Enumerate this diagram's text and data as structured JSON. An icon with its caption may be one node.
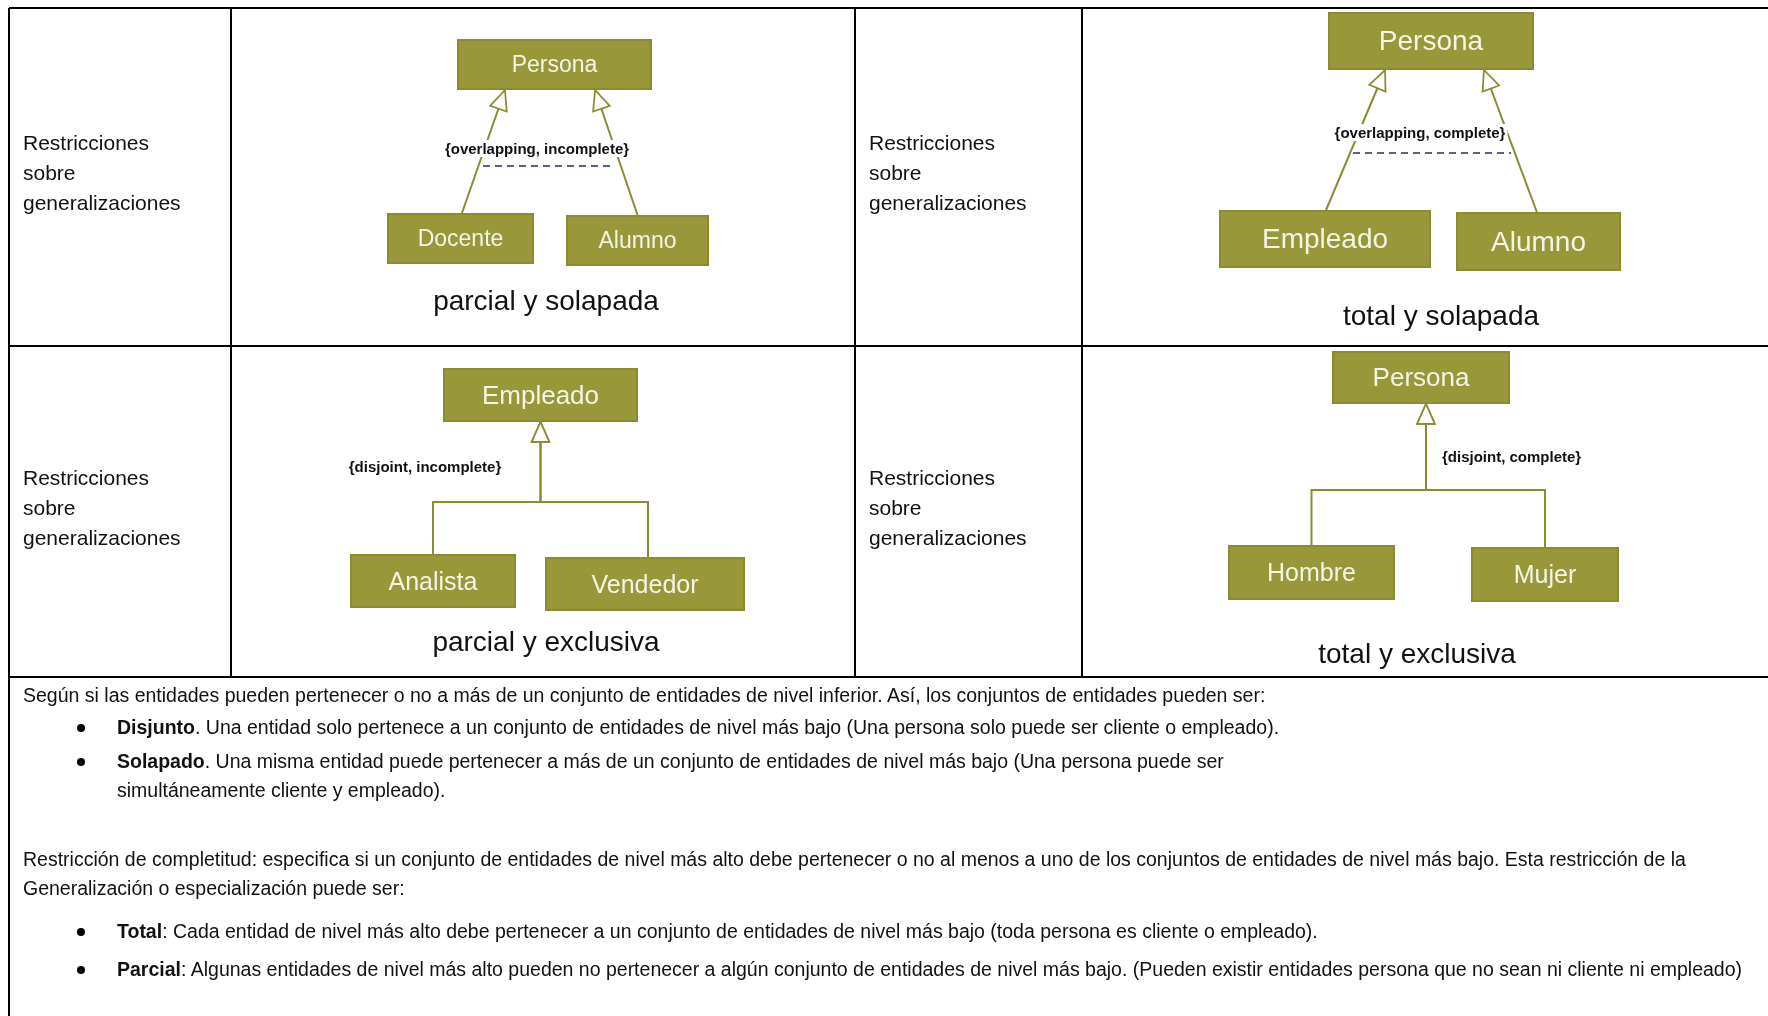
{
  "diagram": {
    "nodes": [
      {
        "text": [
          "Persona"
        ]
      },
      {
        "text": [
          "Docente"
        ]
      },
      {
        "text": [
          "Alumno"
        ]
      },
      {
        "text": [
          "Persona"
        ]
      },
      {
        "text": [
          "Empleado"
        ]
      },
      {
        "text": [
          "Alumno"
        ]
      },
      {
        "text": [
          "Empleado"
        ]
      },
      {
        "text": [
          "Analista"
        ]
      },
      {
        "text": [
          "Vendedor"
        ]
      },
      {
        "text": [
          "Persona"
        ]
      },
      {
        "text": [
          "Hombre"
        ]
      },
      {
        "text": [
          "Mujer"
        ]
      }
    ],
    "edges": [
      {
        "from": 1,
        "to": 0,
        "arrow": "to"
      },
      {
        "from": 2,
        "to": 0,
        "arrow": "to"
      },
      {
        "from": 4,
        "to": 3,
        "arrow": "to"
      },
      {
        "from": 5,
        "to": 3,
        "arrow": "to"
      },
      {
        "from": 7,
        "to": 6,
        "arrow": "to"
      },
      {
        "from": 8,
        "to": 6,
        "arrow": "to"
      },
      {
        "from": 10,
        "to": 9,
        "arrow": "to"
      },
      {
        "from": 11,
        "to": 9,
        "arrow": "to"
      }
    ],
    "labels": [
      "Restricciones sobre generalizaciones",
      "{overlapping, incomplete}",
      "parcial y solapada",
      "Restricciones sobre generalizaciones",
      "{overlapping, complete}",
      "total y solapada",
      "Restricciones sobre generalizaciones",
      "{disjoint, incomplete}",
      "parcial y exclusiva",
      "Restricciones sobre generalizaciones",
      "{disjoint, complete}",
      "total y exclusiva",
      "Según si las entidades pueden pertenecer o no a más de un conjunto de entidades de nivel inferior. Así, los conjuntos de entidades pueden ser:",
      "**Disjunto**. Una entidad solo pertenece a un conjunto de entidades de nivel más bajo (Una persona solo puede ser cliente o empleado).",
      "**Solapado**. Una misma entidad puede pertenecer a más de un conjunto de entidades de nivel más bajo (Una persona puede ser simultáneamente cliente y empleado).",
      "Restricción de completitud: especifica si un conjunto de entidades de nivel más alto debe pertenecer o no al menos a uno de los conjuntos de entidades de nivel más bajo. Esta restricción de la Generalización o especialización puede ser:",
      "**Total**: Cada entidad de nivel más alto debe pertenecer a un conjunto de entidades de nivel más bajo (toda persona es cliente o empleado).",
      "**Parcial**: Algunas entidades de nivel más alto pueden no pertenecer a algún conjunto de entidades de nivel más bajo. (Pueden existir entidades persona que no sean ni cliente ni empleado)"
    ]
  }
}
